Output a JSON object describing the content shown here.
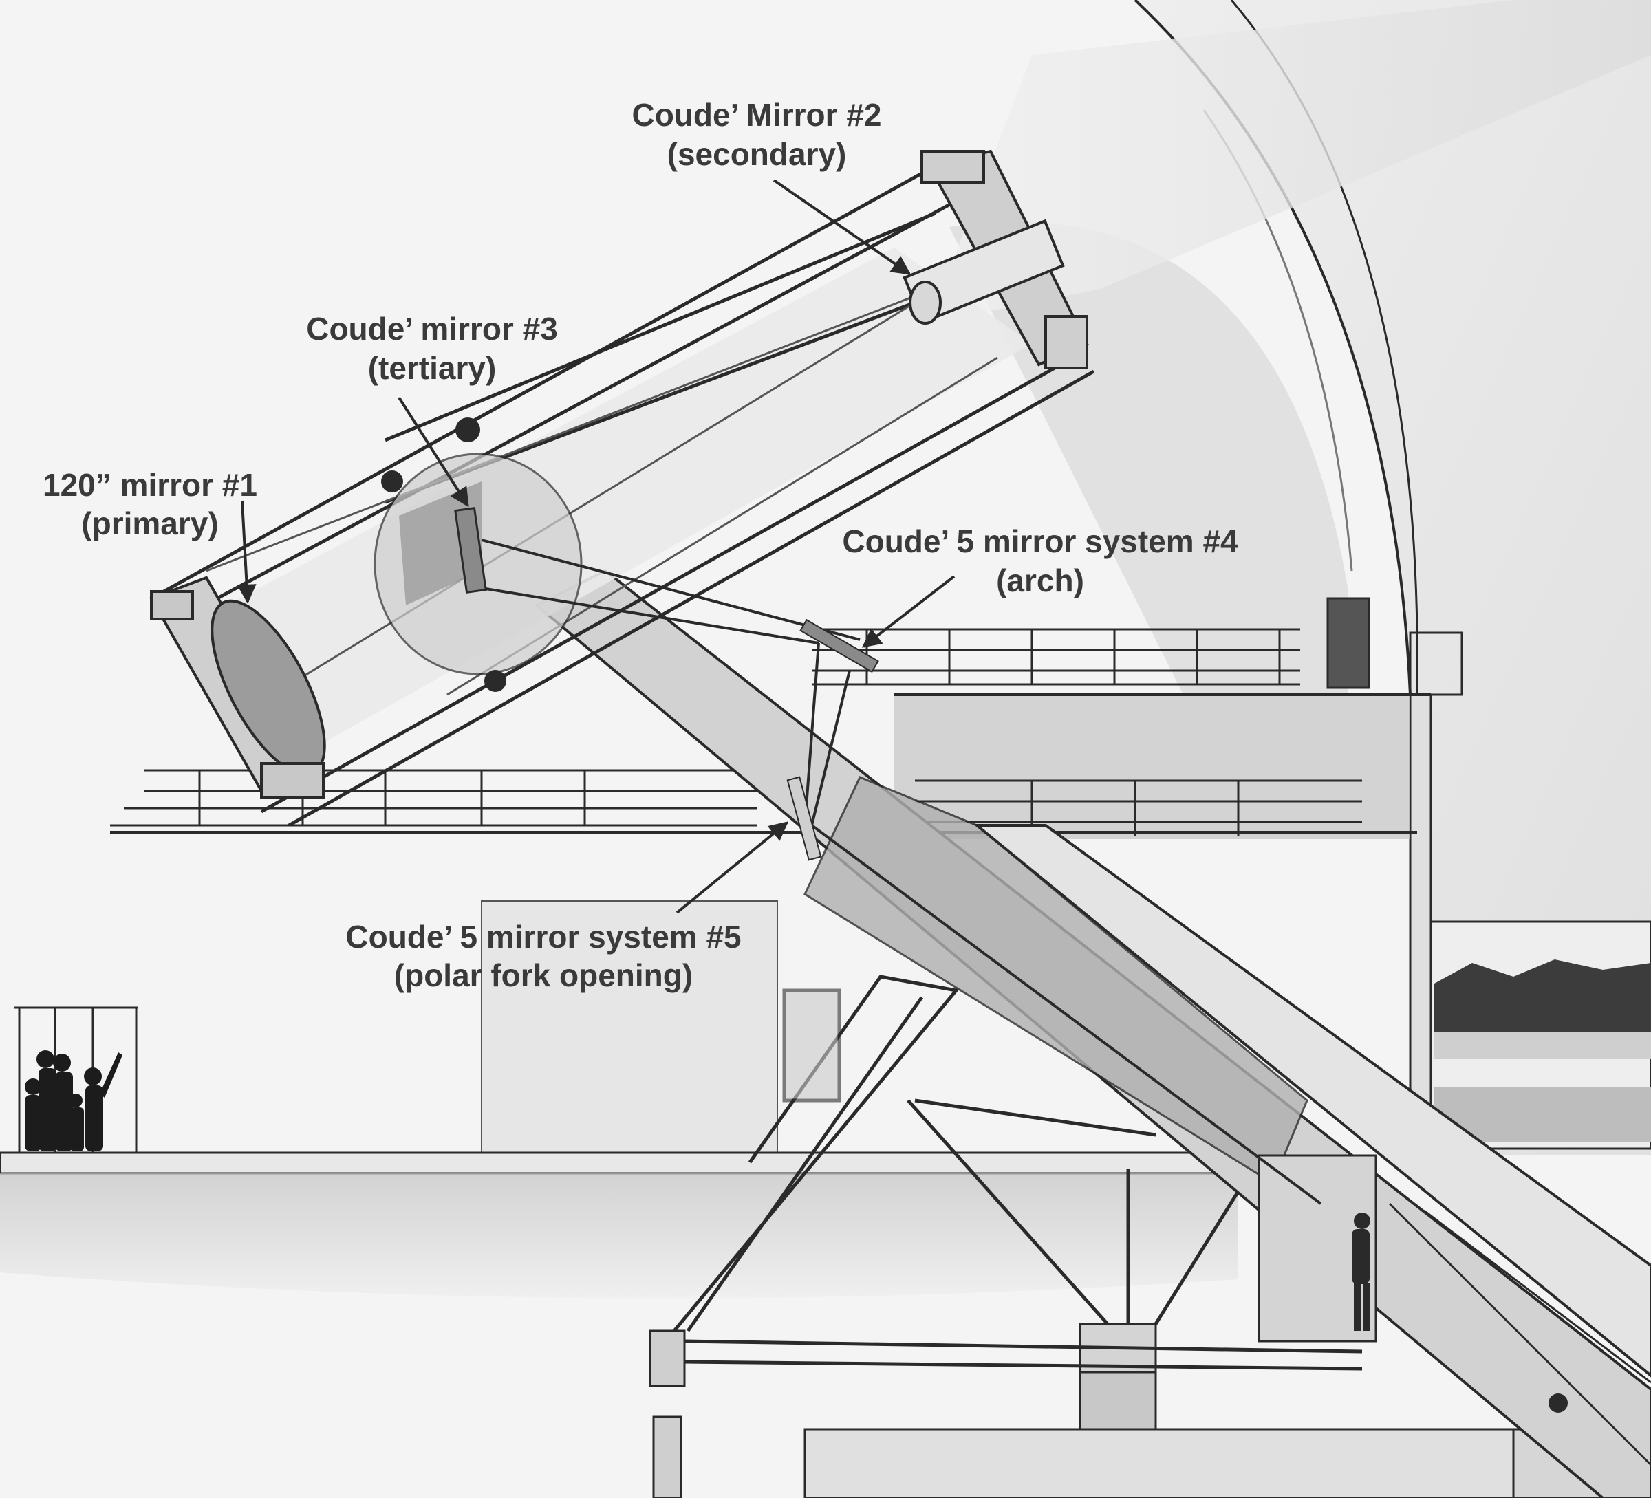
{
  "labels": {
    "mirror2": {
      "line1": "Coude’ Mirror #2",
      "line2": "(secondary)"
    },
    "mirror3": {
      "line1": "Coude’ mirror #3",
      "line2": "(tertiary)"
    },
    "mirror1": {
      "line1": "120” mirror #1",
      "line2": "(primary)"
    },
    "mirror4": {
      "line1": "Coude’ 5 mirror system #4",
      "line2": "(arch)"
    },
    "mirror5": {
      "line1": "Coude’ 5 mirror system #5",
      "line2": "(polar fork opening)"
    }
  },
  "colors": {
    "background": "#f4f4f4",
    "ink": "#2a2a2a",
    "label_text": "#3a3a3a",
    "wash_light": "#e2e2e2",
    "wash_mid": "#c9c9c9",
    "wash_dark": "#9a9a9a",
    "mirror_fill": "#8a8a8a",
    "mirror_highlight": "#cfcfcf"
  }
}
